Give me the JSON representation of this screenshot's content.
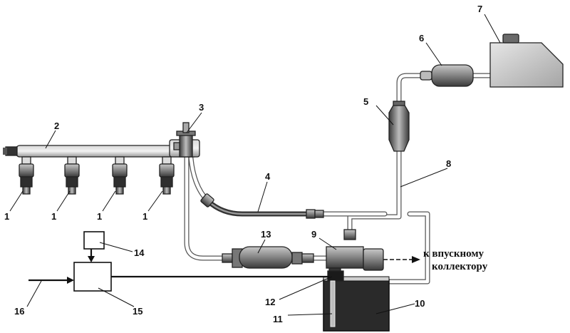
{
  "labels": {
    "l1": "1",
    "l2": "2",
    "l3": "3",
    "l4": "4",
    "l5": "5",
    "l6": "6",
    "l7": "7",
    "l8": "8",
    "l9": "9",
    "l10": "10",
    "l11": "11",
    "l12": "12",
    "l13": "13",
    "l14": "14",
    "l15": "15",
    "l16": "16"
  },
  "caption": {
    "line1": "к впускному",
    "line2": "коллектору"
  },
  "colors": {
    "part_fill": "#8f8f8f",
    "liquid_fill": "#2a2a2a",
    "line": "#111111"
  }
}
